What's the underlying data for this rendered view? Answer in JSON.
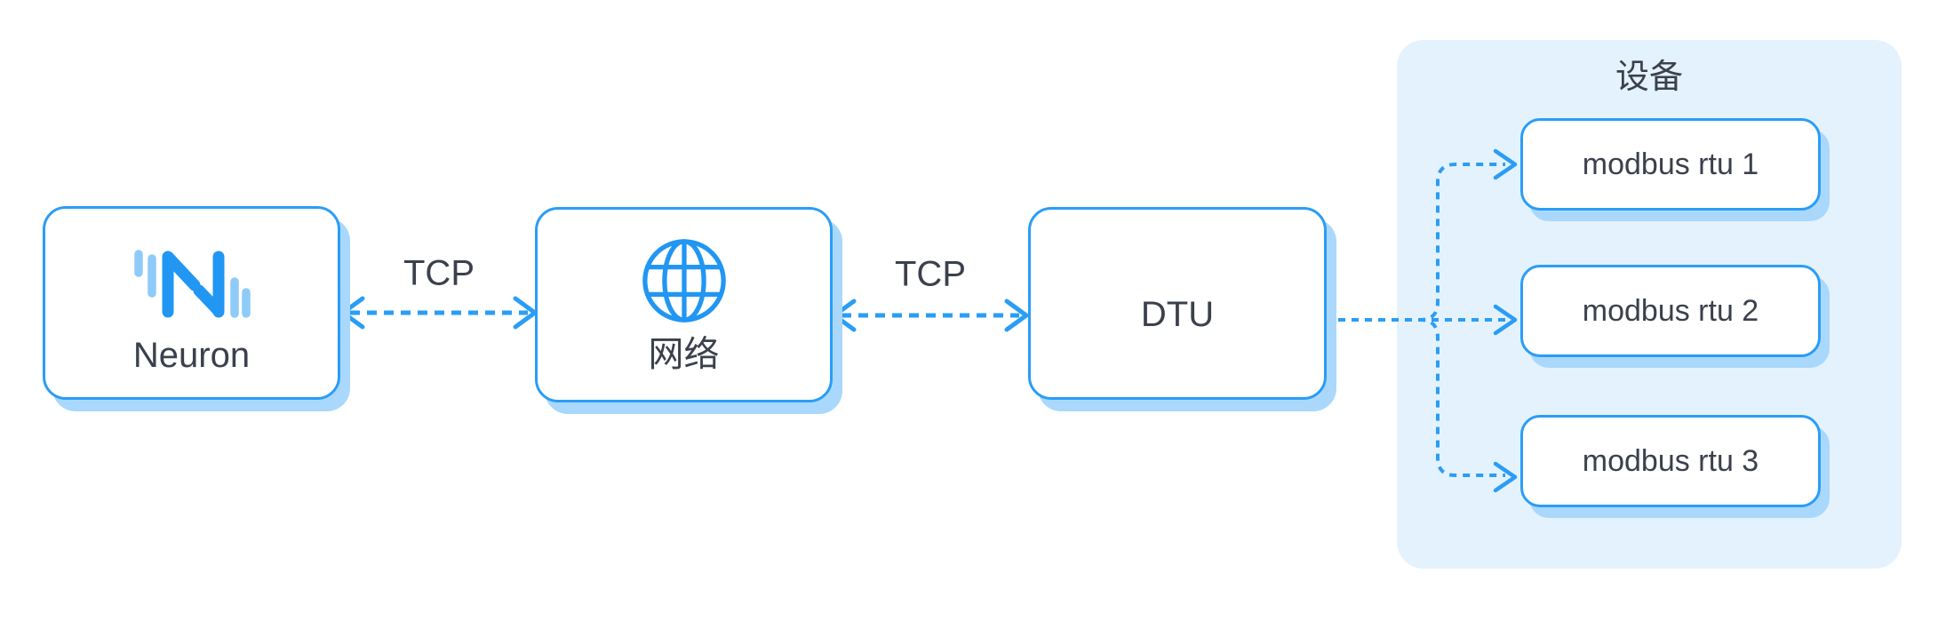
{
  "nodes": {
    "neuron": {
      "label": "Neuron",
      "icon": "neuron-logo-icon"
    },
    "network": {
      "label": "网络",
      "icon": "globe-icon"
    },
    "dtu": {
      "label": "DTU"
    }
  },
  "devices_panel": {
    "title": "设备",
    "devices": [
      {
        "label": "modbus rtu 1"
      },
      {
        "label": "modbus rtu 2"
      },
      {
        "label": "modbus rtu 3"
      }
    ]
  },
  "connections": [
    {
      "from": "Neuron",
      "to": "网络",
      "label": "TCP",
      "type": "dashed-double-arrow"
    },
    {
      "from": "网络",
      "to": "DTU",
      "label": "TCP",
      "type": "dashed-double-arrow"
    },
    {
      "from": "DTU",
      "to": "modbus rtu 1",
      "type": "dashed-arrow"
    },
    {
      "from": "DTU",
      "to": "modbus rtu 2",
      "type": "dashed-arrow"
    },
    {
      "from": "DTU",
      "to": "modbus rtu 3",
      "type": "dashed-arrow"
    }
  ],
  "colors": {
    "accent": "#2a9df6",
    "shadow": "#a9d8fc",
    "panel_bg": "#e4f2fd",
    "text": "#3b404c",
    "logo_primary": "#2196f3",
    "logo_light": "#8fcbf9"
  }
}
